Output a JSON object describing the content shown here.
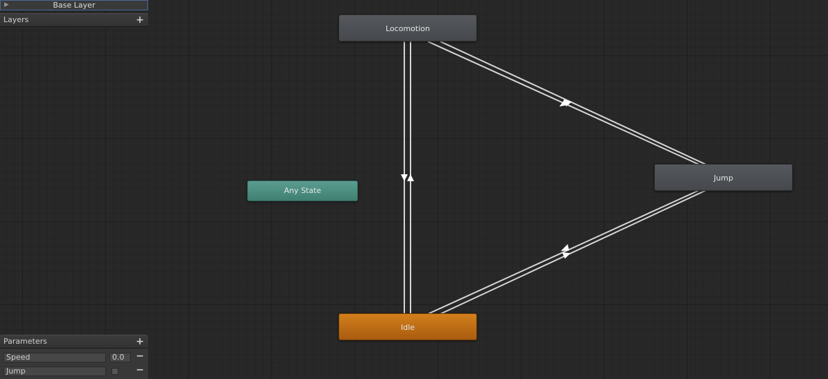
{
  "layers": {
    "base_layer_label": "Base Layer",
    "header_label": "Layers",
    "add_label": "+"
  },
  "states": {
    "locomotion": "Locomotion",
    "jump": "Jump",
    "any_state": "Any State",
    "idle": "Idle"
  },
  "parameters": {
    "header_label": "Parameters",
    "add_label": "+",
    "items": [
      {
        "name": "Speed",
        "value": "0.0",
        "remove_label": "−"
      },
      {
        "name": "Jump",
        "remove_label": "−"
      }
    ]
  },
  "colors": {
    "grid_bg": "#282828",
    "state_default": "#4b4e52",
    "state_any": "#4f8f82",
    "state_entry_default": "#c06f16",
    "transition_line": "#d6d6d6"
  }
}
